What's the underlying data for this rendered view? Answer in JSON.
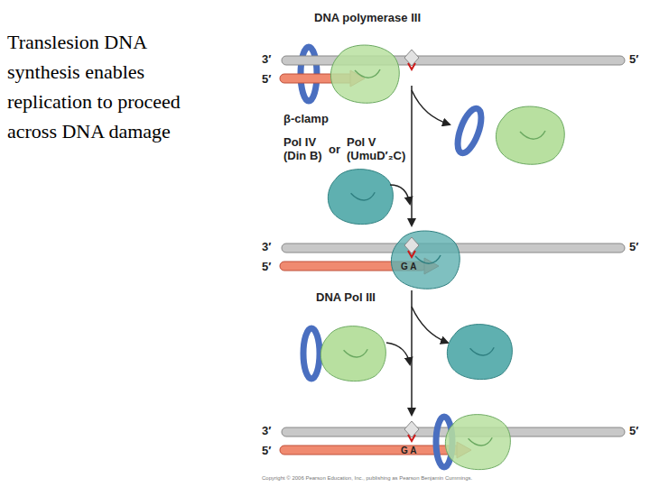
{
  "diagram": {
    "title": "Translesion DNA synthesis enables replication to proceed across DNA damage",
    "labels": [
      "DNA polymerase III",
      "3′",
      "5′",
      "5′",
      "β-clamp",
      "Pol IV",
      "or",
      "Pol V",
      "(Din B)",
      "(UmuD′₂C)",
      "3′",
      "5′",
      "5′",
      "G A",
      "DNA Pol III",
      "3′",
      "5′",
      "5′",
      "G A",
      "Copyright © 2006 Pearson Education, Inc., publishing as Pearson Benjamin Cummings."
    ]
  }
}
